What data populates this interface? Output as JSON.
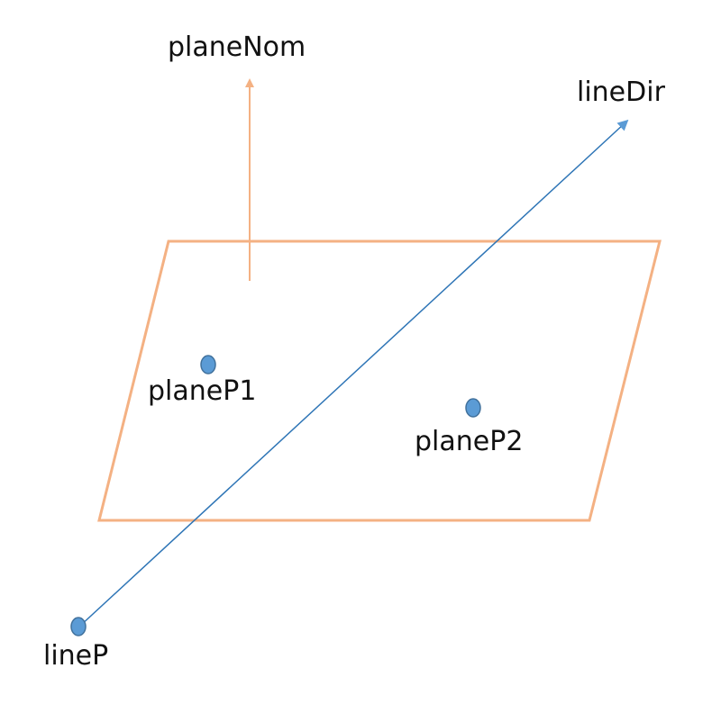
{
  "diagram": {
    "labels": {
      "plane_normal": "planeNom",
      "line_direction": "lineDir",
      "plane_point_1": "planeP1",
      "plane_point_2": "planeP2",
      "line_point": "lineP"
    },
    "colors": {
      "plane": "#f4b183",
      "plane_normal_arrow": "#f4b183",
      "line": "#2e75b6",
      "point_fill": "#5b9bd5",
      "point_stroke": "#41719c",
      "text": "#111111"
    }
  }
}
